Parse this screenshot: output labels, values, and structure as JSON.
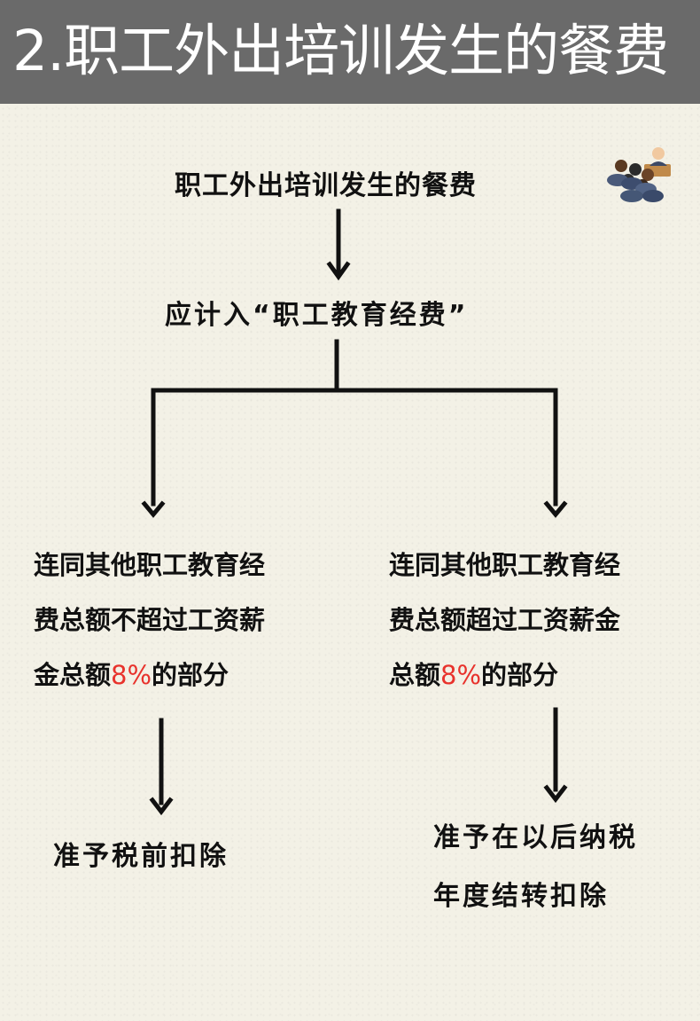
{
  "header": {
    "title": "2.职工外出培训发生的餐费"
  },
  "diagram": {
    "top_node": "职工外出培训发生的餐费",
    "middle_node": "应计入“职工教育经费”",
    "left_branch": {
      "line1": "连同其他职工教育经",
      "line2": "费总额不超过工资薪",
      "line3_pre": "金总额",
      "line3_highlight": "8%",
      "line3_post": "的部分",
      "result": "准予税前扣除"
    },
    "right_branch": {
      "line1": "连同其他职工教育经",
      "line2": "费总额超过工资薪金",
      "line3_pre": "总额",
      "line3_highlight": "8%",
      "line3_post": "的部分",
      "result_line1": "准予在以后纳税",
      "result_line2": "年度结转扣除"
    }
  },
  "colors": {
    "header_bg": "#6a6a6a",
    "header_text": "#ffffff",
    "highlight": "#e8322c",
    "background": "#f3f1e6"
  },
  "icons": {
    "corner": "meeting-people-icon"
  }
}
